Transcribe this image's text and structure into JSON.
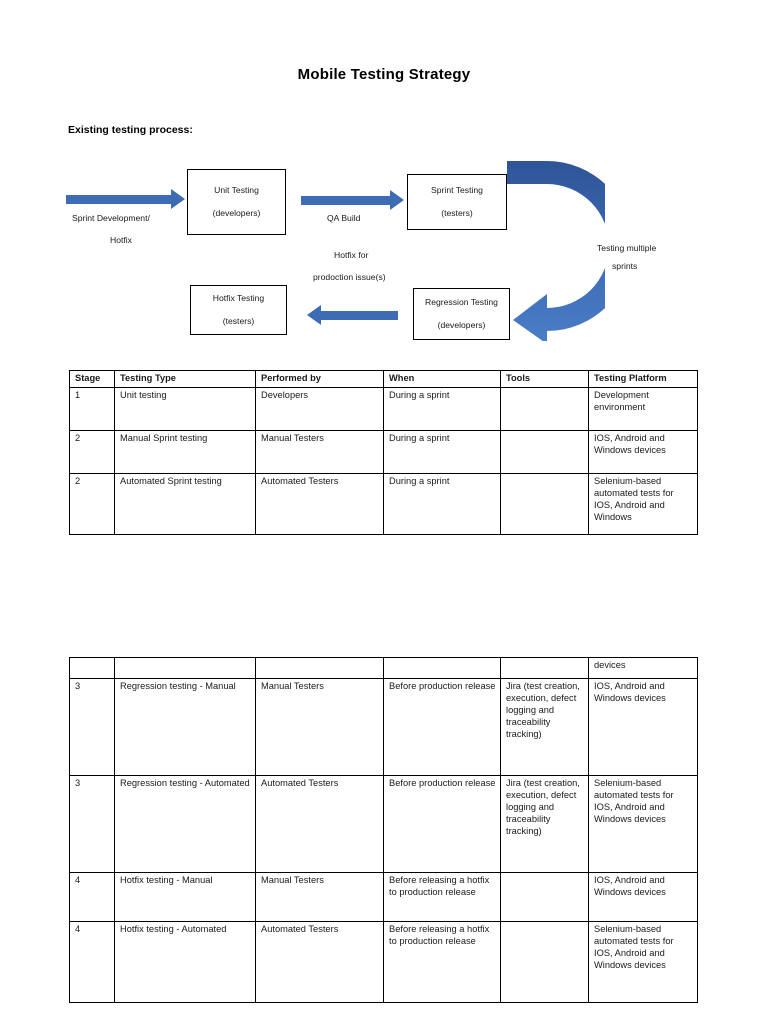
{
  "document": {
    "title": "Mobile Testing Strategy",
    "section_label": "Existing testing process:"
  },
  "diagram": {
    "accent_color": "#3d6cb5",
    "boxes": [
      {
        "name": "unit-testing",
        "line1": "Unit Testing",
        "line2": "(developers)"
      },
      {
        "name": "sprint-testing",
        "line1": "Sprint Testing",
        "line2": "(testers)"
      },
      {
        "name": "hotfix-testing",
        "line1": "Hotfix Testing",
        "line2": "(testers)"
      },
      {
        "name": "regression-testing",
        "line1": "Regression Testing",
        "line2": "(developers)"
      }
    ],
    "labels": {
      "sprint_development": "Sprint Development/",
      "hotfix": "Hotfix",
      "qa_build": "QA Build",
      "hotfix_for": "Hotfix for",
      "production_issues": "prodoction issue(s)",
      "testing_multiple": "Testing multiple",
      "sprints": "sprints"
    }
  },
  "table_one": {
    "headers": [
      "Stage",
      "Testing Type",
      "Performed by",
      "When",
      "Tools",
      "Testing Platform"
    ],
    "rows": [
      {
        "stage": "1",
        "testing_type": "Unit testing",
        "performed_by": "Developers",
        "when": "During a sprint",
        "tools": "",
        "platform": "Development environment"
      },
      {
        "stage": "2",
        "testing_type": "Manual Sprint testing",
        "performed_by": "Manual Testers",
        "when": "During a sprint",
        "tools": "",
        "platform": "IOS, Android and Windows devices"
      },
      {
        "stage": "2",
        "testing_type": "Automated Sprint testing",
        "performed_by": "Automated Testers",
        "when": "During a sprint",
        "tools": "",
        "platform": "Selenium-based automated tests for IOS, Android and Windows"
      }
    ]
  },
  "table_two": {
    "rows": [
      {
        "stage": "",
        "testing_type": "",
        "performed_by": "",
        "when": "",
        "tools": "",
        "platform": "devices"
      },
      {
        "stage": "3",
        "testing_type": "Regression testing - Manual",
        "performed_by": "Manual Testers",
        "when": "Before production release",
        "tools": "Jira (test creation, execution, defect logging and traceability tracking)",
        "platform": "IOS, Android and Windows devices"
      },
      {
        "stage": "3",
        "testing_type": "Regression testing - Automated",
        "performed_by": "Automated Testers",
        "when": "Before production release",
        "tools": "Jira (test creation, execution, defect logging and traceability tracking)",
        "platform": "Selenium-based automated tests for IOS, Android and Windows devices"
      },
      {
        "stage": "4",
        "testing_type": "Hotfix testing - Manual",
        "performed_by": "Manual Testers",
        "when": "Before releasing a hotfix to production release",
        "tools": "",
        "platform": "IOS, Android and Windows devices"
      },
      {
        "stage": "4",
        "testing_type": "Hotfix testing - Automated",
        "performed_by": "Automated Testers",
        "when": "Before releasing a hotfix to production release",
        "tools": "",
        "platform": "Selenium-based automated tests for IOS, Android and Windows devices"
      }
    ]
  }
}
